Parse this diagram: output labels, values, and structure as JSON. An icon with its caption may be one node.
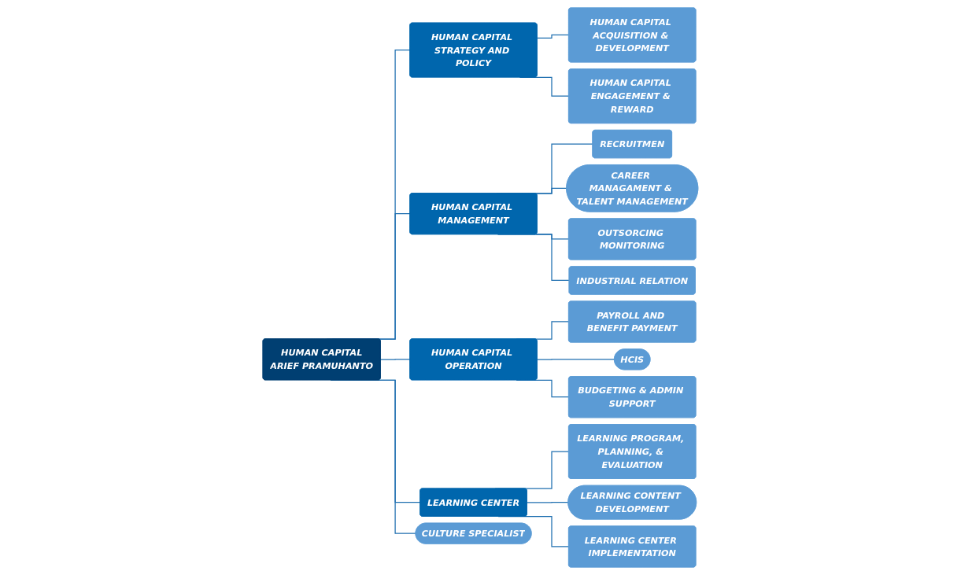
{
  "diagram": {
    "nodes": [
      {
        "text": [
          "HUMAN CAPITAL",
          "ARIEF PRAMUHANTO"
        ]
      },
      {
        "text": [
          "HUMAN CAPITAL STRATEGY AND POLICY"
        ]
      },
      {
        "text": [
          "HUMAN CAPITAL MANAGEMENT"
        ]
      },
      {
        "text": [
          "HUMAN CAPITAL OPERATION"
        ]
      },
      {
        "text": [
          "LEARNING CENTER"
        ]
      },
      {
        "text": [
          "CULTURE SPECIALIST"
        ]
      },
      {
        "text": [
          "HUMAN CAPITAL ACQUISITION & DEVELOPMENT"
        ]
      },
      {
        "text": [
          "HUMAN CAPITAL ENGAGEMENT & REWARD"
        ]
      },
      {
        "text": [
          "RECRUITMEN"
        ]
      },
      {
        "text": [
          "CAREER MANAGAMENT & TALENT MANAGEMENT"
        ]
      },
      {
        "text": [
          "OUTSORCING MONITORING"
        ]
      },
      {
        "text": [
          "INDUSTRIAL RELATION"
        ]
      },
      {
        "text": [
          "PAYROLL AND BENEFIT PAYMENT"
        ]
      },
      {
        "text": [
          "HCIS"
        ]
      },
      {
        "text": [
          "BUDGETING & ADMIN SUPPORT"
        ]
      },
      {
        "text": [
          "LEARNING PROGRAM, PLANNING, & EVALUATION"
        ]
      },
      {
        "text": [
          "LEARNING CONTENT DEVELOPMENT"
        ]
      },
      {
        "text": [
          "LEARNING CENTER IMPLEMENTATION"
        ]
      }
    ],
    "edges": [
      {
        "from": 0,
        "to": 1,
        "arrow": "none"
      },
      {
        "from": 0,
        "to": 2,
        "arrow": "none"
      },
      {
        "from": 0,
        "to": 3,
        "arrow": "none"
      },
      {
        "from": 0,
        "to": 4,
        "arrow": "none"
      },
      {
        "from": 0,
        "to": 5,
        "arrow": "none"
      },
      {
        "from": 1,
        "to": 6,
        "arrow": "none"
      },
      {
        "from": 1,
        "to": 7,
        "arrow": "none"
      },
      {
        "from": 2,
        "to": 8,
        "arrow": "none"
      },
      {
        "from": 2,
        "to": 9,
        "arrow": "none"
      },
      {
        "from": 2,
        "to": 10,
        "arrow": "none"
      },
      {
        "from": 2,
        "to": 11,
        "arrow": "none"
      },
      {
        "from": 3,
        "to": 12,
        "arrow": "none"
      },
      {
        "from": 3,
        "to": 13,
        "arrow": "none"
      },
      {
        "from": 3,
        "to": 14,
        "arrow": "none"
      },
      {
        "from": 4,
        "to": 15,
        "arrow": "none"
      },
      {
        "from": 4,
        "to": 16,
        "arrow": "none"
      },
      {
        "from": 4,
        "to": 17,
        "arrow": "none"
      }
    ]
  }
}
